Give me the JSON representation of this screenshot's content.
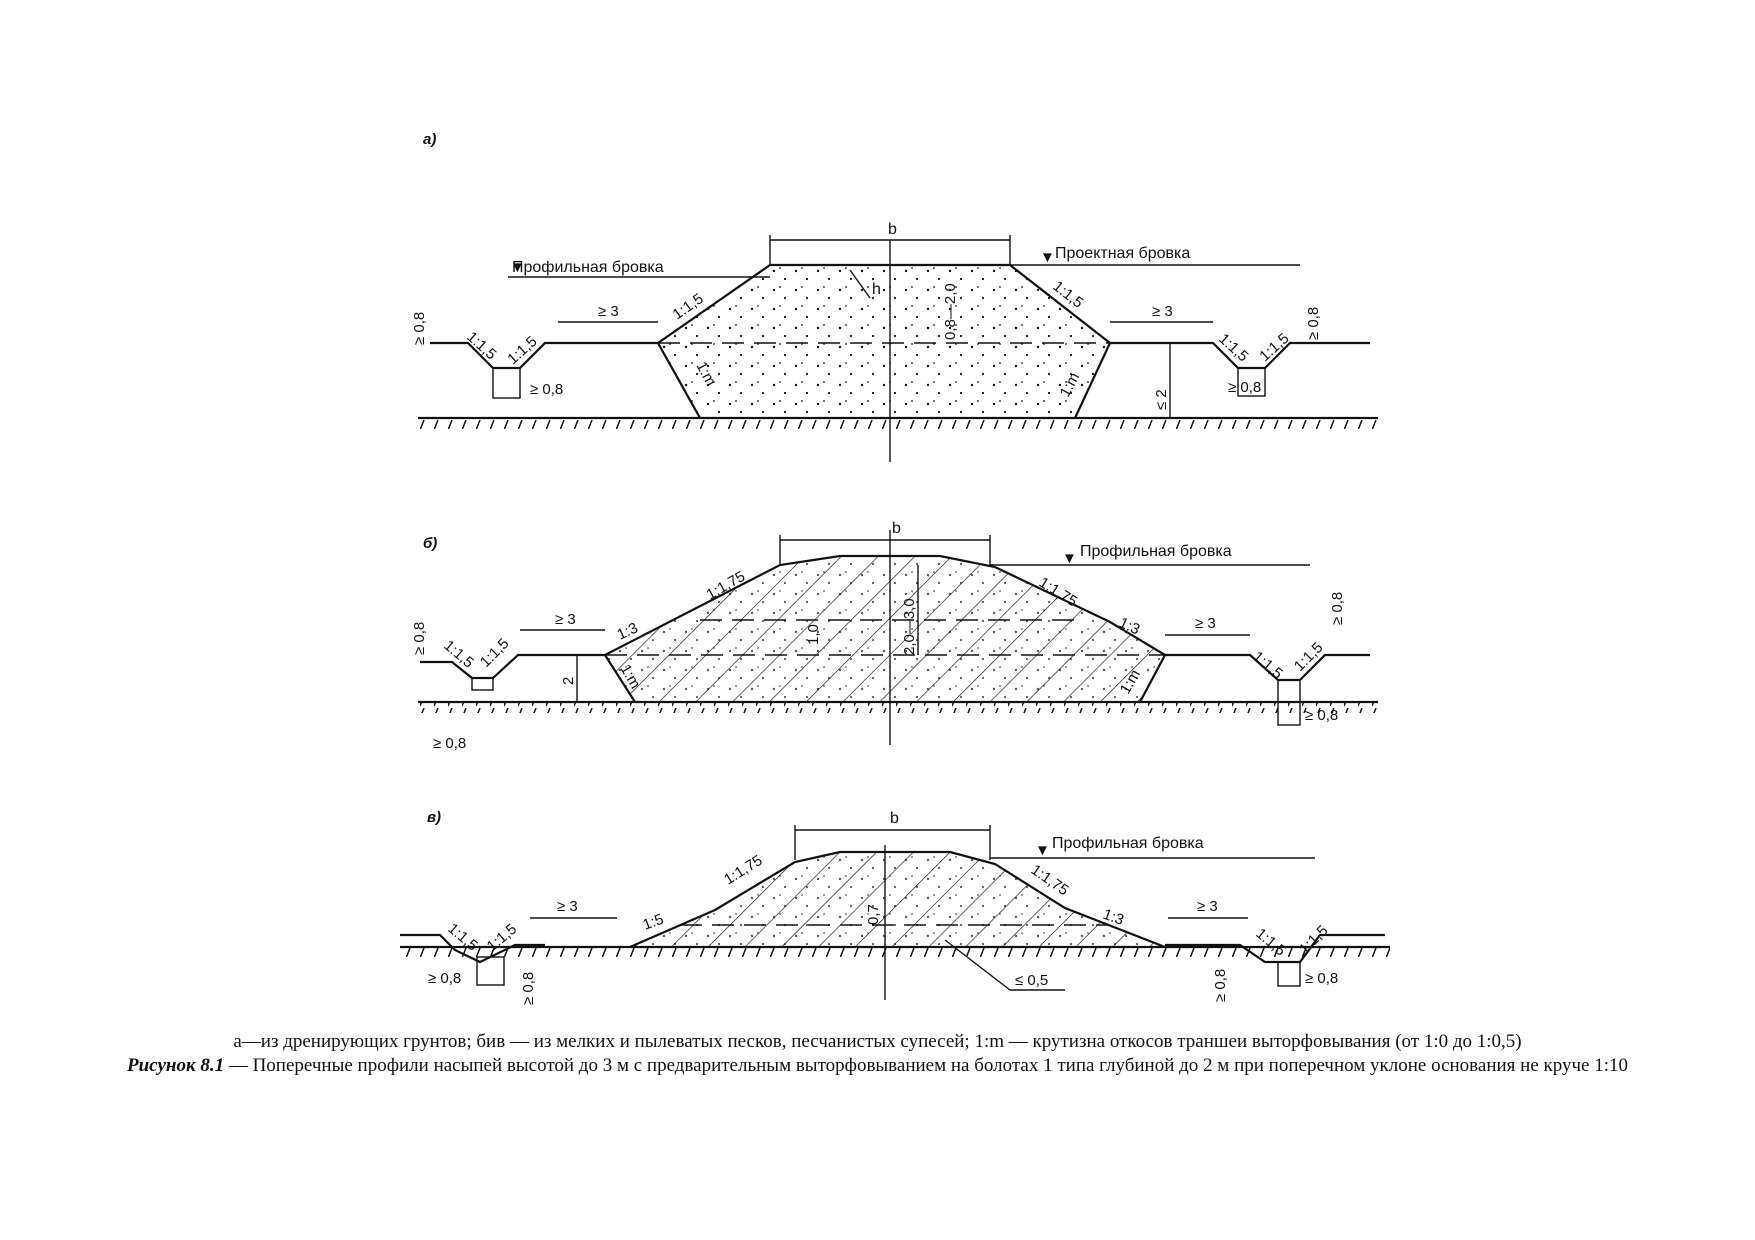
{
  "panels": {
    "a": {
      "label": "а)",
      "b": "b",
      "profile_edge": "Профильная бровка",
      "design_edge": "Проектная бровка",
      "h": "h",
      "depth": "0,8—2,0",
      "slopes": [
        "1:1,5",
        "1:1,5",
        "1:1,5",
        "1:1,5",
        "1:1,5",
        "1:1,5"
      ],
      "slope_m": "1:m",
      "min3": "≥ 3",
      "min08": "≥ 0,8",
      "max2": "≤ 2"
    },
    "b": {
      "label": "б)",
      "b": "b",
      "profile_edge": "Профильная бровка",
      "slope175": "1:1,75",
      "slope3": "1:3",
      "slope15": "1:1,5",
      "slope_m": "1:m",
      "min3": "≥ 3",
      "min08": "≥ 0,8",
      "h10": "1,0",
      "h2030": "2,0—3,0",
      "h2": "2"
    },
    "c": {
      "label": "в)",
      "b": "b",
      "profile_edge": "Профильная бровка",
      "slope175": "1:1,75",
      "slope5": "1:5",
      "slope3": "1:3",
      "slope15": "1:1,5",
      "min3": "≥ 3",
      "min08": "≥ 0,8",
      "max05": "≤ 0,5",
      "h07": "0,7"
    }
  },
  "caption": {
    "line1": "а—из дренирующих грунтов; бив — из мелких и пылеватых песков, песчанистых супесей; 1:m — крутизна откосов траншеи выторфовывания (от 1:0 до 1:0,5)",
    "figure_label": "Рисунок 8.1",
    "line2": " — Поперечные профили насыпей высотой до 3 м с предварительным выторфовыванием на болотах 1 типа глубиной до 2 м при поперечном уклоне основания не круче 1:10"
  }
}
